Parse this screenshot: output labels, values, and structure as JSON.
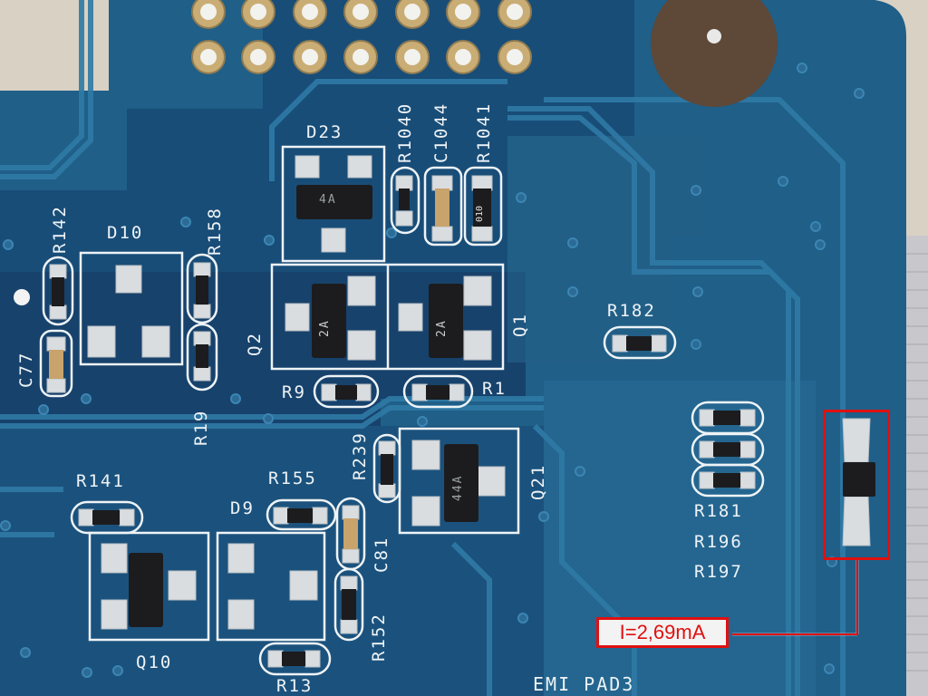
{
  "labels": {
    "d23": "D23",
    "r1040": "R1040",
    "c1044": "C1044",
    "r1041": "R1041",
    "r142": "R142",
    "d10": "D10",
    "r158": "R158",
    "c77": "C77",
    "r19": "R19",
    "q2": "Q2",
    "q1": "Q1",
    "r182": "R182",
    "r9": "R9",
    "r1": "R1",
    "r239": "R239",
    "q21": "Q21",
    "r141": "R141",
    "r155": "R155",
    "d9": "D9",
    "c81": "C81",
    "r152": "R152",
    "q10": "Q10",
    "r13": "R13",
    "r181": "R181",
    "r196": "R196",
    "r197": "R197",
    "emi": "EMI PAD3"
  },
  "component_marks": {
    "d23_body": "4A",
    "q2_body": "2A",
    "q1_body": "2A",
    "r1041_body": "010",
    "q21_body": "44A"
  },
  "annotation": {
    "current": "I=2,69mA",
    "color": "#e01010"
  },
  "colors": {
    "board": "#1f5f88",
    "trace": "#2f7aa6",
    "ground": "#153d66",
    "pad": "#d9dde0",
    "silkscreen": "#eef3f6"
  }
}
